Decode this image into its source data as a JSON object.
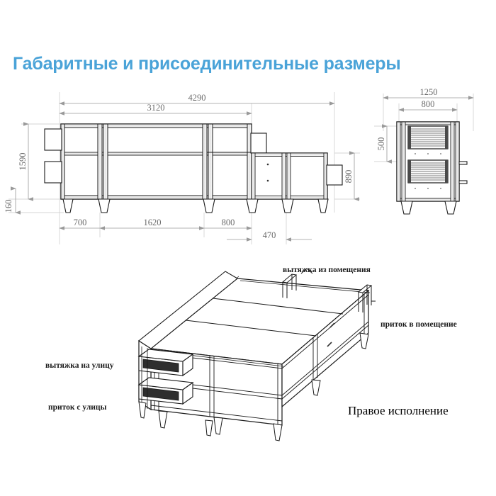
{
  "page": {
    "title": "Габаритные и присоединительные размеры",
    "title_color": "#4aa3d8",
    "background": "#ffffff"
  },
  "front_view": {
    "name": "front-elevation",
    "dimensions": {
      "overall_length": "4290",
      "body_length": "3120",
      "overall_height": "1590",
      "leg_height": "160",
      "section_1": "700",
      "section_2": "1620",
      "section_3": "800",
      "section_4": "470",
      "duct_height": "890"
    }
  },
  "side_view": {
    "name": "side-elevation",
    "dimensions": {
      "overall_width": "1250",
      "body_width": "800",
      "grille_height": "500"
    }
  },
  "iso_view": {
    "name": "isometric-view",
    "labels": {
      "exhaust_outside": "вытяжка на улицу",
      "supply_outside": "приток с улицы",
      "exhaust_room": "вытяжка из помещения",
      "supply_room": "приток в помещение"
    },
    "caption": "Правое исполнение"
  },
  "colors": {
    "line": "#1a1a1a",
    "dim_line": "#9a9a9a",
    "dim_text": "#6b6b6b",
    "accent": "#4aa3d8",
    "fill_light": "#f2f2f2",
    "fill_mid": "#d8d8d8"
  }
}
